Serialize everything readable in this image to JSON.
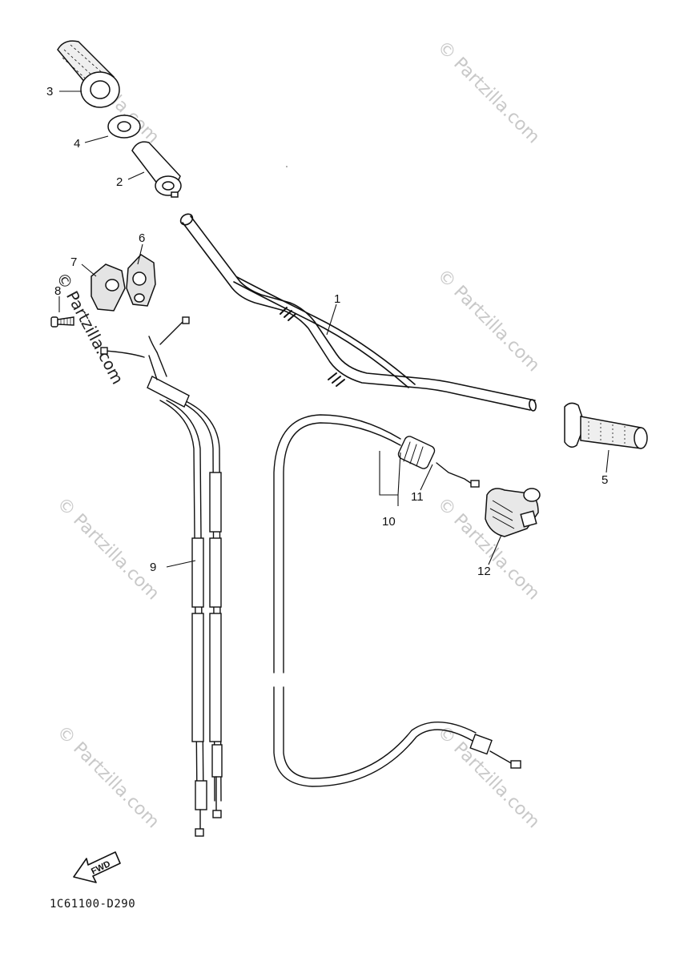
{
  "diagram": {
    "callouts": [
      "1",
      "2",
      "3",
      "4",
      "5",
      "6",
      "7",
      "8",
      "9",
      "10",
      "11",
      "12"
    ],
    "watermark_text": "© Partzilla.com",
    "diagram_code": "1C61100-D290",
    "fwd_label": "FWD"
  }
}
